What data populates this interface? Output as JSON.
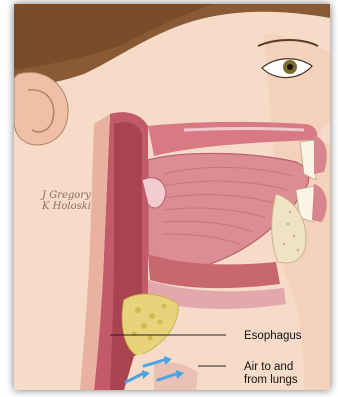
{
  "labels": {
    "esophagus": "Esophagus",
    "air_line1": "Air to and",
    "air_line2": "from lungs"
  },
  "signature": {
    "line1": "J Gregory",
    "line2": "K Holoski"
  },
  "colors": {
    "skin": "#f5d9c4",
    "hair": "#8a5a35",
    "mucosa": "#c9636f",
    "mucosa_light": "#e9a7ae",
    "bone": "#f0e3c4",
    "fat": "#e8d27a",
    "airflow": "#5aa9e6"
  }
}
